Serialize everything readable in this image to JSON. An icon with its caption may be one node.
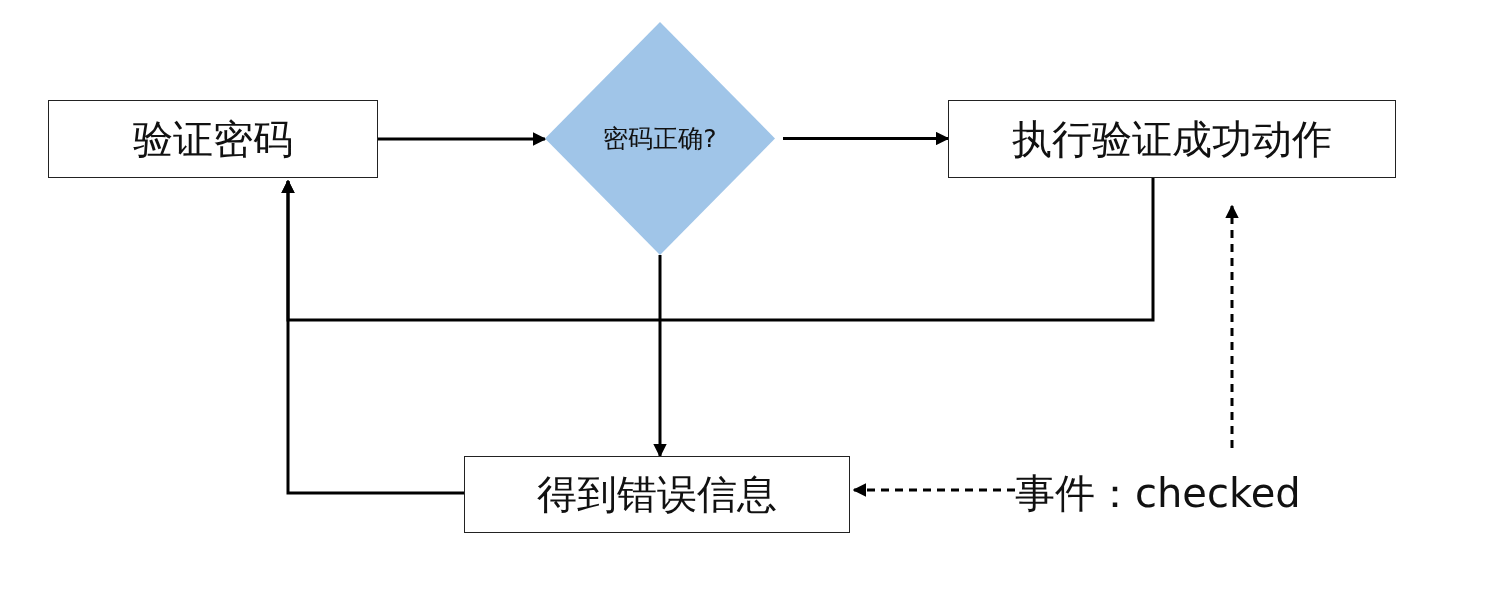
{
  "diagram": {
    "nodes": [
      {
        "text": [
          "验证密码"
        ]
      },
      {
        "text": [
          "密码正确?"
        ]
      },
      {
        "text": [
          "执行验证成功动作"
        ]
      },
      {
        "text": [
          "得到错误信息"
        ]
      },
      {
        "text": [
          "事件：checked"
        ]
      }
    ],
    "edges": [
      {
        "from": 0,
        "to": 1,
        "arrow": "to"
      },
      {
        "from": 1,
        "to": 2,
        "arrow": "to"
      },
      {
        "from": 1,
        "to": 3,
        "arrow": "to"
      },
      {
        "from": 2,
        "to": 0,
        "arrow": "to"
      },
      {
        "from": 3,
        "to": 0,
        "arrow": "to"
      },
      {
        "from": 4,
        "to": 3,
        "arrow": "to",
        "style": "dashed"
      },
      {
        "from": 4,
        "to": 2,
        "arrow": "to",
        "style": "dashed"
      }
    ]
  }
}
